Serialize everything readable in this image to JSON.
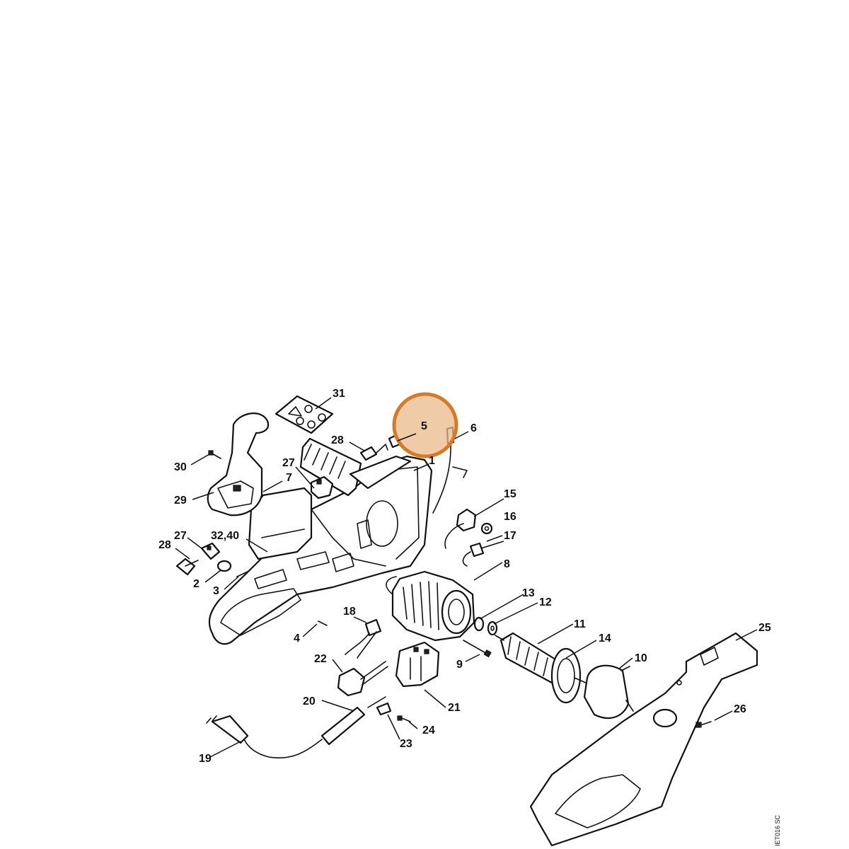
{
  "diagram": {
    "drawing_code": "IET016 SC",
    "highlighted_callout": "5",
    "highlight_color": "#d57a26",
    "highlight_fill": "#e9b98a",
    "callouts": {
      "c1": "1",
      "c2": "2",
      "c3": "3",
      "c4": "4",
      "c5": "5",
      "c6": "6",
      "c7": "7",
      "c8": "8",
      "c9": "9",
      "c10": "10",
      "c11": "11",
      "c12": "12",
      "c13": "13",
      "c14": "14",
      "c15": "15",
      "c16": "16",
      "c17": "17",
      "c18": "18",
      "c19": "19",
      "c20": "20",
      "c21": "21",
      "c22": "22",
      "c23": "23",
      "c24": "24",
      "c25": "25",
      "c26": "26",
      "c27a": "27",
      "c27b": "27",
      "c28a": "28",
      "c28b": "28",
      "c29": "29",
      "c30": "30",
      "c31": "31",
      "c3240": "32,40"
    }
  }
}
